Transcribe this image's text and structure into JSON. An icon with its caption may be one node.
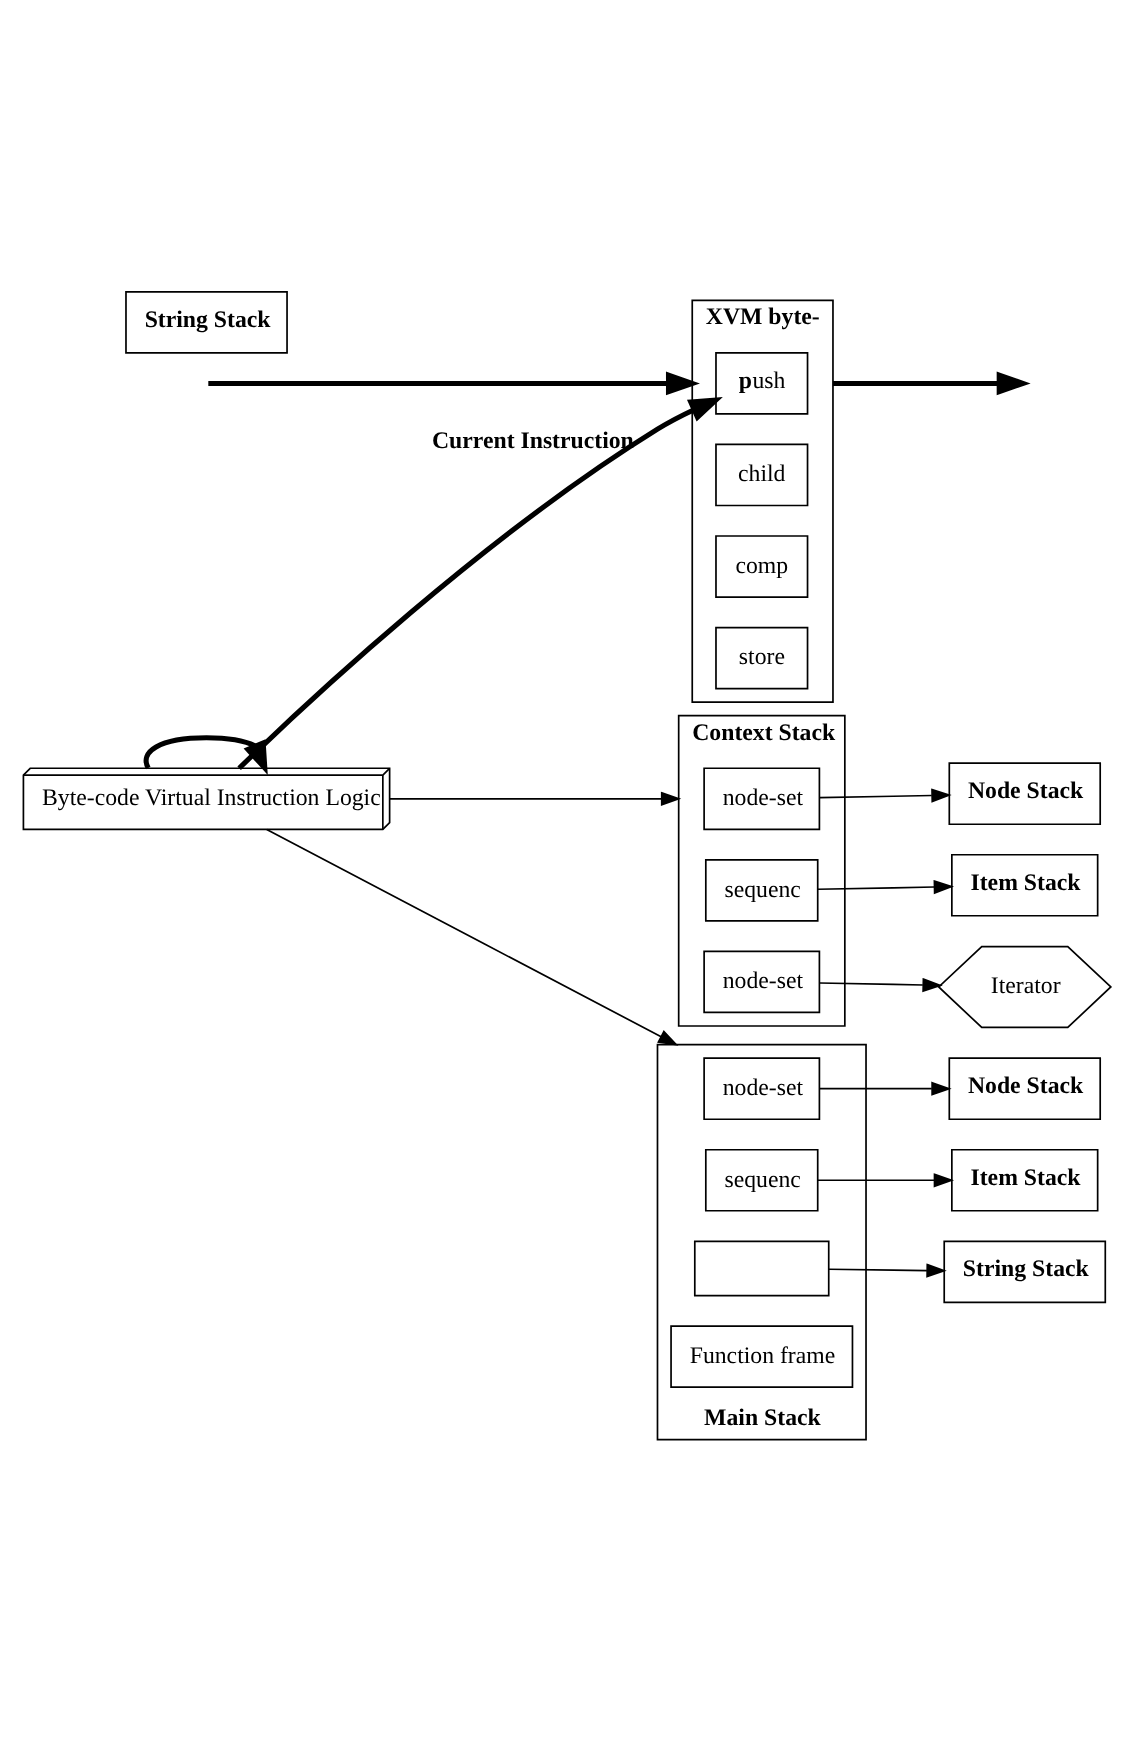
{
  "diagram": {
    "nodes": [
      {
        "text": [
          "XVM byte-"
        ]
      },
      {
        "text": [
          "**p**ush"
        ],
        "in": 0
      },
      {
        "text": [
          "child"
        ],
        "in": 0
      },
      {
        "text": [
          "comp"
        ],
        "in": 0
      },
      {
        "text": [
          "store"
        ],
        "in": 0
      },
      {
        "text": [
          "Byte-code Virtual Instruction Logic"
        ]
      },
      {
        "text": [
          "Context Stack"
        ]
      },
      {
        "text": [
          "node-set"
        ],
        "in": 6
      },
      {
        "text": [
          "sequenc"
        ],
        "in": 6
      },
      {
        "text": [
          "node-set"
        ],
        "in": 6
      },
      {
        "text": [
          "Node Stack"
        ]
      },
      {
        "text": [
          "Item Stack"
        ]
      },
      {
        "text": [
          "String Stack"
        ]
      },
      {
        "text": [
          "Iterator"
        ]
      },
      {
        "text": [
          "Main Stack"
        ]
      },
      {
        "text": [
          "node-set"
        ],
        "in": 14
      },
      {
        "text": [
          "sequenc"
        ],
        "in": 14
      },
      {
        "text": [],
        "shape": "box",
        "in": 14
      },
      {
        "text": [
          "Function frame"
        ],
        "in": 14
      },
      {
        "text": [
          "Node Stack"
        ]
      },
      {
        "text": [
          "Item Stack"
        ]
      },
      {
        "text": [
          "String Stack"
        ]
      }
    ],
    "edges": [
      {
        "from": null,
        "to": 0,
        "arrow": "to",
        "style": "thick"
      },
      {
        "from": 0,
        "to": null,
        "arrow": "to",
        "style": "thick"
      },
      {
        "from": 5,
        "to": 1,
        "arrow": "to",
        "label": "Current Instruction",
        "style": "thick"
      },
      {
        "from": 5,
        "to": 5,
        "arrow": "to",
        "style": "thick"
      },
      {
        "from": 5,
        "to": 6,
        "arrow": "to"
      },
      {
        "from": 5,
        "to": 14,
        "arrow": "to"
      },
      {
        "from": 7,
        "to": 10,
        "arrow": "to"
      },
      {
        "from": 8,
        "to": 11,
        "arrow": "to"
      },
      {
        "from": 9,
        "to": 13,
        "arrow": "to"
      },
      {
        "from": 15,
        "to": 19,
        "arrow": "to"
      },
      {
        "from": 16,
        "to": 20,
        "arrow": "to"
      },
      {
        "from": 17,
        "to": 21,
        "arrow": "to"
      }
    ]
  }
}
